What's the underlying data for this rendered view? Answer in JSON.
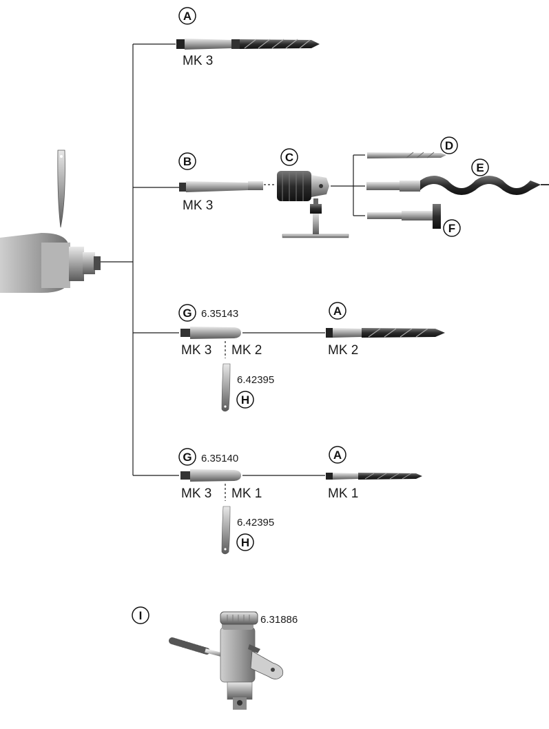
{
  "callouts": {
    "a1": "A",
    "b": "B",
    "c": "C",
    "d": "D",
    "e": "E",
    "f": "F",
    "g1": "G",
    "h1": "H",
    "a2": "A",
    "g2": "G",
    "h2": "H",
    "a3": "A",
    "i": "I"
  },
  "labels": {
    "a1_taper": "MK 3",
    "b_taper": "MK 3",
    "g1_left": "MK 3",
    "g1_right": "MK 2",
    "a2_taper": "MK 2",
    "g2_left": "MK 3",
    "g2_right": "MK 1",
    "a3_taper": "MK 1"
  },
  "part_numbers": {
    "g1": "6.35143",
    "h1": "6.42395",
    "g2": "6.35140",
    "h2": "6.42395",
    "i": "6.31886"
  }
}
